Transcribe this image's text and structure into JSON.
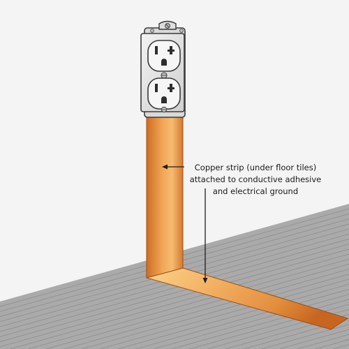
{
  "callout": {
    "lines": [
      "Copper strip (under floor tiles)",
      "attached to conductive adhesive",
      "and electrical ground"
    ]
  },
  "colors": {
    "wall": "#f3f3f3",
    "floor": "#a9a9a9",
    "floor_line": "#8e8e8e",
    "copper_dark": "#d6782a",
    "copper_light": "#f8c37a",
    "copper_edge": "#9a4f16",
    "plate": "#e4e4e4",
    "receptacle": "#f6f6f6",
    "outline": "#3a3a3a"
  },
  "icons": {
    "outlet": "duplex-outlet-icon",
    "pointer": "arrow-pointer"
  }
}
